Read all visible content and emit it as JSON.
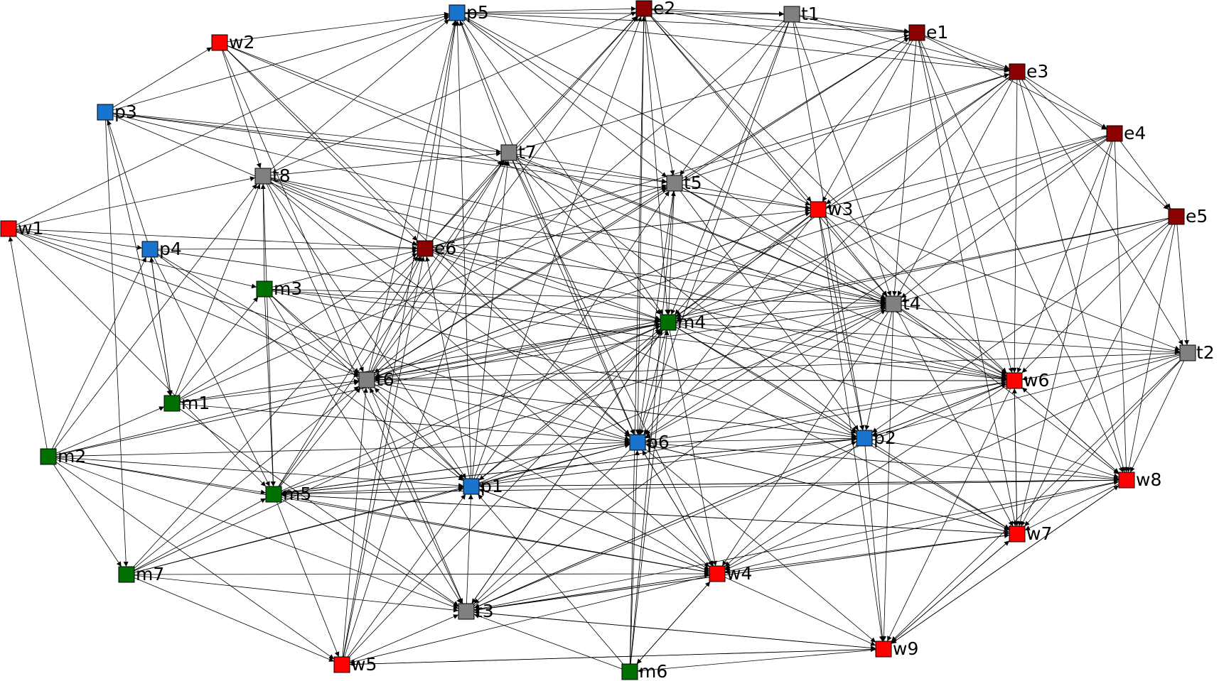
{
  "colors": {
    "p": "#1874cd",
    "e": "#8b0000",
    "t": "#808080",
    "w": "#ff0000",
    "m": "#007000",
    "edge": "#000000"
  },
  "nodes": [
    {
      "id": "p1",
      "label": "p1",
      "group": "p"
    },
    {
      "id": "p2",
      "label": "p2",
      "group": "p"
    },
    {
      "id": "p3",
      "label": "p3",
      "group": "p"
    },
    {
      "id": "p4",
      "label": "p4",
      "group": "p"
    },
    {
      "id": "p5",
      "label": "p5",
      "group": "p"
    },
    {
      "id": "p6",
      "label": "p6",
      "group": "p"
    },
    {
      "id": "e1",
      "label": "e1",
      "group": "e"
    },
    {
      "id": "e2",
      "label": "e2",
      "group": "e"
    },
    {
      "id": "e3",
      "label": "e3",
      "group": "e"
    },
    {
      "id": "e4",
      "label": "e4",
      "group": "e"
    },
    {
      "id": "e5",
      "label": "e5",
      "group": "e"
    },
    {
      "id": "e6",
      "label": "e6",
      "group": "e"
    },
    {
      "id": "t1",
      "label": "t1",
      "group": "t"
    },
    {
      "id": "t2",
      "label": "t2",
      "group": "t"
    },
    {
      "id": "t3",
      "label": "t3",
      "group": "t"
    },
    {
      "id": "t4",
      "label": "t4",
      "group": "t"
    },
    {
      "id": "t5",
      "label": "t5",
      "group": "t"
    },
    {
      "id": "t6",
      "label": "t6",
      "group": "t"
    },
    {
      "id": "t7",
      "label": "t7",
      "group": "t"
    },
    {
      "id": "t8",
      "label": "t8",
      "group": "t"
    },
    {
      "id": "w1",
      "label": "w1",
      "group": "w"
    },
    {
      "id": "w2",
      "label": "w2",
      "group": "w"
    },
    {
      "id": "w3",
      "label": "w3",
      "group": "w"
    },
    {
      "id": "w4",
      "label": "w4",
      "group": "w"
    },
    {
      "id": "w5",
      "label": "w5",
      "group": "w"
    },
    {
      "id": "w6",
      "label": "w6",
      "group": "w"
    },
    {
      "id": "w7",
      "label": "w7",
      "group": "w"
    },
    {
      "id": "w8",
      "label": "w8",
      "group": "w"
    },
    {
      "id": "w9",
      "label": "w9",
      "group": "w"
    },
    {
      "id": "m1",
      "label": "m1",
      "group": "m"
    },
    {
      "id": "m2",
      "label": "m2",
      "group": "m"
    },
    {
      "id": "m3",
      "label": "m3",
      "group": "m"
    },
    {
      "id": "m4",
      "label": "m4",
      "group": "m"
    },
    {
      "id": "m5",
      "label": "m5",
      "group": "m"
    },
    {
      "id": "m6",
      "label": "m6",
      "group": "m"
    },
    {
      "id": "m7",
      "label": "m7",
      "group": "m"
    }
  ],
  "edges": [
    [
      "w1",
      "p4"
    ],
    [
      "w1",
      "m3"
    ],
    [
      "w1",
      "t6"
    ],
    [
      "w1",
      "e6"
    ],
    [
      "w1",
      "t8"
    ],
    [
      "w1",
      "p5"
    ],
    [
      "w1",
      "m5"
    ],
    [
      "w1",
      "p6"
    ],
    [
      "p3",
      "w2"
    ],
    [
      "p3",
      "p5"
    ],
    [
      "p3",
      "t7"
    ],
    [
      "p3",
      "t5"
    ],
    [
      "p3",
      "e6"
    ],
    [
      "p3",
      "m1"
    ],
    [
      "p3",
      "m7"
    ],
    [
      "p3",
      "t4"
    ],
    [
      "p3",
      "w3"
    ],
    [
      "w2",
      "t8"
    ],
    [
      "w2",
      "p5"
    ],
    [
      "w2",
      "e6"
    ],
    [
      "w2",
      "t4"
    ],
    [
      "w2",
      "p6"
    ],
    [
      "w2",
      "w6"
    ],
    [
      "w2",
      "t6"
    ],
    [
      "t8",
      "p5"
    ],
    [
      "t8",
      "t7"
    ],
    [
      "t8",
      "e6"
    ],
    [
      "t8",
      "m5"
    ],
    [
      "t8",
      "p6"
    ],
    [
      "t8",
      "t3"
    ],
    [
      "t8",
      "w6"
    ],
    [
      "t8",
      "m4"
    ],
    [
      "t8",
      "e2"
    ],
    [
      "t8",
      "t4"
    ],
    [
      "t8",
      "p1"
    ],
    [
      "t8",
      "w4"
    ],
    [
      "p4",
      "p3"
    ],
    [
      "p4",
      "m1"
    ],
    [
      "p4",
      "t6"
    ],
    [
      "p4",
      "m5"
    ],
    [
      "p4",
      "m4"
    ],
    [
      "p4",
      "p1"
    ],
    [
      "p4",
      "e6"
    ],
    [
      "m3",
      "t8"
    ],
    [
      "m3",
      "m5"
    ],
    [
      "m3",
      "t3"
    ],
    [
      "m3",
      "p1"
    ],
    [
      "m3",
      "m4"
    ],
    [
      "m3",
      "t6"
    ],
    [
      "m3",
      "e6"
    ],
    [
      "m3",
      "t4"
    ],
    [
      "m3",
      "w6"
    ],
    [
      "m3",
      "p2"
    ],
    [
      "m1",
      "t8"
    ],
    [
      "m1",
      "m3"
    ],
    [
      "m1",
      "t6"
    ],
    [
      "m1",
      "m4"
    ],
    [
      "m1",
      "p6"
    ],
    [
      "m1",
      "p4"
    ],
    [
      "m1",
      "t3"
    ],
    [
      "m1",
      "e6"
    ],
    [
      "m1",
      "t5"
    ],
    [
      "m2",
      "m1"
    ],
    [
      "m2",
      "t6"
    ],
    [
      "m2",
      "p1"
    ],
    [
      "m2",
      "m5"
    ],
    [
      "m2",
      "m7"
    ],
    [
      "m2",
      "w5"
    ],
    [
      "m2",
      "t3"
    ],
    [
      "m2",
      "p6"
    ],
    [
      "m2",
      "w1"
    ],
    [
      "m2",
      "p4"
    ],
    [
      "m2",
      "t8"
    ],
    [
      "m2",
      "m4"
    ],
    [
      "m2",
      "w4"
    ],
    [
      "m7",
      "t6"
    ],
    [
      "m7",
      "p1"
    ],
    [
      "m7",
      "w4"
    ],
    [
      "m7",
      "t3"
    ],
    [
      "m7",
      "m4"
    ],
    [
      "m7",
      "w5"
    ],
    [
      "m7",
      "m5"
    ],
    [
      "m7",
      "e6"
    ],
    [
      "m7",
      "p6"
    ],
    [
      "m5",
      "t6"
    ],
    [
      "m5",
      "p1"
    ],
    [
      "m5",
      "m4"
    ],
    [
      "m5",
      "p6"
    ],
    [
      "m5",
      "e6"
    ],
    [
      "m5",
      "w5"
    ],
    [
      "m5",
      "t3"
    ],
    [
      "m5",
      "w4"
    ],
    [
      "m5",
      "p2"
    ],
    [
      "m5",
      "t4"
    ],
    [
      "m5",
      "w7"
    ],
    [
      "m5",
      "t7"
    ],
    [
      "w5",
      "t6"
    ],
    [
      "w5",
      "e6"
    ],
    [
      "w5",
      "t3"
    ],
    [
      "w5",
      "p1"
    ],
    [
      "w5",
      "w9"
    ],
    [
      "w5",
      "m4"
    ],
    [
      "w5",
      "p5"
    ],
    [
      "w5",
      "t7"
    ],
    [
      "m6",
      "p6"
    ],
    [
      "m6",
      "t3"
    ],
    [
      "m6",
      "m4"
    ],
    [
      "m6",
      "p1"
    ],
    [
      "m6",
      "t5"
    ],
    [
      "m6",
      "w4"
    ],
    [
      "m6",
      "e2"
    ],
    [
      "t3",
      "p1"
    ],
    [
      "t3",
      "w4"
    ],
    [
      "t3",
      "m4"
    ],
    [
      "t3",
      "p2"
    ],
    [
      "t3",
      "w6"
    ],
    [
      "t3",
      "w7"
    ],
    [
      "t3",
      "t6"
    ],
    [
      "t3",
      "w9"
    ],
    [
      "t3",
      "t4"
    ],
    [
      "t3",
      "w8"
    ],
    [
      "p1",
      "t6"
    ],
    [
      "p1",
      "p6"
    ],
    [
      "p1",
      "w4"
    ],
    [
      "p1",
      "m4"
    ],
    [
      "p1",
      "e6"
    ],
    [
      "p1",
      "t7"
    ],
    [
      "p1",
      "p5"
    ],
    [
      "p1",
      "w8"
    ],
    [
      "p1",
      "t5"
    ],
    [
      "p1",
      "e2"
    ],
    [
      "p1",
      "w6"
    ],
    [
      "p1",
      "t4"
    ],
    [
      "p1",
      "p2"
    ],
    [
      "t6",
      "e6"
    ],
    [
      "t6",
      "t7"
    ],
    [
      "t6",
      "p5"
    ],
    [
      "t6",
      "m4"
    ],
    [
      "t6",
      "t5"
    ],
    [
      "t6",
      "p6"
    ],
    [
      "t6",
      "e2"
    ],
    [
      "t6",
      "w3"
    ],
    [
      "t6",
      "t4"
    ],
    [
      "t6",
      "p2"
    ],
    [
      "t6",
      "e1"
    ],
    [
      "t6",
      "w4"
    ],
    [
      "t6",
      "w6"
    ],
    [
      "e6",
      "t7"
    ],
    [
      "e6",
      "p5"
    ],
    [
      "e6",
      "t5"
    ],
    [
      "e6",
      "e2"
    ],
    [
      "e6",
      "m4"
    ],
    [
      "e6",
      "t4"
    ],
    [
      "e6",
      "w3"
    ],
    [
      "e6",
      "p6"
    ],
    [
      "e6",
      "e3"
    ],
    [
      "e6",
      "w7"
    ],
    [
      "e6",
      "w6"
    ],
    [
      "t7",
      "p5"
    ],
    [
      "t7",
      "e2"
    ],
    [
      "t7",
      "t5"
    ],
    [
      "t7",
      "m4"
    ],
    [
      "t7",
      "p6"
    ],
    [
      "t7",
      "e1"
    ],
    [
      "t7",
      "w4"
    ],
    [
      "t7",
      "p2"
    ],
    [
      "t7",
      "t4"
    ],
    [
      "p5",
      "e2"
    ],
    [
      "p5",
      "t5"
    ],
    [
      "p5",
      "t1"
    ],
    [
      "p5",
      "e1"
    ],
    [
      "p5",
      "m4"
    ],
    [
      "p5",
      "p6"
    ],
    [
      "p5",
      "w3"
    ],
    [
      "p5",
      "t4"
    ],
    [
      "p5",
      "e3"
    ],
    [
      "e2",
      "t5"
    ],
    [
      "e2",
      "t1"
    ],
    [
      "e2",
      "e1"
    ],
    [
      "e2",
      "t4"
    ],
    [
      "e2",
      "w3"
    ],
    [
      "e2",
      "p6"
    ],
    [
      "e2",
      "m4"
    ],
    [
      "e2",
      "e3"
    ],
    [
      "e2",
      "w6"
    ],
    [
      "t1",
      "t5"
    ],
    [
      "t1",
      "e1"
    ],
    [
      "t1",
      "p6"
    ],
    [
      "t1",
      "m4"
    ],
    [
      "t1",
      "t4"
    ],
    [
      "t1",
      "p2"
    ],
    [
      "t1",
      "e3"
    ],
    [
      "t1",
      "t6"
    ],
    [
      "t5",
      "m4"
    ],
    [
      "t5",
      "p6"
    ],
    [
      "t5",
      "w3"
    ],
    [
      "t5",
      "t4"
    ],
    [
      "t5",
      "e1"
    ],
    [
      "t5",
      "e3"
    ],
    [
      "t5",
      "w6"
    ],
    [
      "t5",
      "p2"
    ],
    [
      "e1",
      "e3"
    ],
    [
      "e1",
      "w3"
    ],
    [
      "e1",
      "t4"
    ],
    [
      "e1",
      "m4"
    ],
    [
      "e1",
      "w6"
    ],
    [
      "e1",
      "w7"
    ],
    [
      "e1",
      "e4"
    ],
    [
      "e1",
      "w8"
    ],
    [
      "e3",
      "e4"
    ],
    [
      "e3",
      "w3"
    ],
    [
      "e3",
      "t4"
    ],
    [
      "e3",
      "w6"
    ],
    [
      "e3",
      "m4"
    ],
    [
      "e3",
      "e5"
    ],
    [
      "e3",
      "w8"
    ],
    [
      "e3",
      "t2"
    ],
    [
      "e3",
      "p6"
    ],
    [
      "e4",
      "t4"
    ],
    [
      "e4",
      "e5"
    ],
    [
      "e4",
      "w6"
    ],
    [
      "e4",
      "w7"
    ],
    [
      "e4",
      "w8"
    ],
    [
      "e4",
      "m4"
    ],
    [
      "e4",
      "t6"
    ],
    [
      "e4",
      "p6"
    ],
    [
      "e4",
      "w3"
    ],
    [
      "e5",
      "t4"
    ],
    [
      "e5",
      "w6"
    ],
    [
      "e5",
      "w8"
    ],
    [
      "e5",
      "w7"
    ],
    [
      "e5",
      "m4"
    ],
    [
      "e5",
      "t2"
    ],
    [
      "e5",
      "p2"
    ],
    [
      "e5",
      "t6"
    ],
    [
      "w3",
      "t4"
    ],
    [
      "w3",
      "m4"
    ],
    [
      "w3",
      "p6"
    ],
    [
      "w3",
      "p2"
    ],
    [
      "w3",
      "w6"
    ],
    [
      "w3",
      "w9"
    ],
    [
      "w3",
      "t2"
    ],
    [
      "w3",
      "t6"
    ],
    [
      "w3",
      "p1"
    ],
    [
      "m4",
      "t4"
    ],
    [
      "m4",
      "p6"
    ],
    [
      "m4",
      "t2"
    ],
    [
      "m4",
      "w6"
    ],
    [
      "m4",
      "p2"
    ],
    [
      "m4",
      "w4"
    ],
    [
      "m4",
      "w7"
    ],
    [
      "m4",
      "t3"
    ],
    [
      "m4",
      "w8"
    ],
    [
      "t4",
      "t2"
    ],
    [
      "t4",
      "w6"
    ],
    [
      "t4",
      "p2"
    ],
    [
      "t4",
      "p6"
    ],
    [
      "t4",
      "w8"
    ],
    [
      "t4",
      "w7"
    ],
    [
      "t4",
      "w4"
    ],
    [
      "t4",
      "w9"
    ],
    [
      "t2",
      "w6"
    ],
    [
      "t2",
      "w8"
    ],
    [
      "t2",
      "w7"
    ],
    [
      "t2",
      "p2"
    ],
    [
      "t2",
      "w9"
    ],
    [
      "t2",
      "t6"
    ],
    [
      "t2",
      "w4"
    ],
    [
      "w6",
      "p2"
    ],
    [
      "w6",
      "w7"
    ],
    [
      "w6",
      "w8"
    ],
    [
      "w6",
      "p6"
    ],
    [
      "w6",
      "w4"
    ],
    [
      "w6",
      "t6"
    ],
    [
      "w6",
      "w9"
    ],
    [
      "p6",
      "p2"
    ],
    [
      "p6",
      "w4"
    ],
    [
      "p6",
      "w7"
    ],
    [
      "p6",
      "w8"
    ],
    [
      "p6",
      "m5"
    ],
    [
      "p6",
      "w9"
    ],
    [
      "p6",
      "t3"
    ],
    [
      "p2",
      "w8"
    ],
    [
      "p2",
      "w7"
    ],
    [
      "p2",
      "w4"
    ],
    [
      "p2",
      "w9"
    ],
    [
      "p2",
      "t3"
    ],
    [
      "p2",
      "w6"
    ],
    [
      "p2",
      "m5"
    ],
    [
      "w8",
      "w7"
    ],
    [
      "w8",
      "w4"
    ],
    [
      "w8",
      "w9"
    ],
    [
      "w8",
      "w6"
    ],
    [
      "w8",
      "p1"
    ],
    [
      "w8",
      "m5"
    ],
    [
      "w7",
      "w4"
    ],
    [
      "w7",
      "w9"
    ],
    [
      "w7",
      "w6"
    ],
    [
      "w7",
      "t3"
    ],
    [
      "w7",
      "p6"
    ],
    [
      "w7",
      "m5"
    ],
    [
      "w4",
      "w9"
    ],
    [
      "w4",
      "t3"
    ],
    [
      "w4",
      "p1"
    ],
    [
      "w4",
      "m6"
    ],
    [
      "w4",
      "w5"
    ],
    [
      "w4",
      "p6"
    ],
    [
      "w9",
      "w7"
    ],
    [
      "w9",
      "w8"
    ],
    [
      "w9",
      "t3"
    ],
    [
      "w9",
      "w5"
    ],
    [
      "w9",
      "m6"
    ]
  ]
}
